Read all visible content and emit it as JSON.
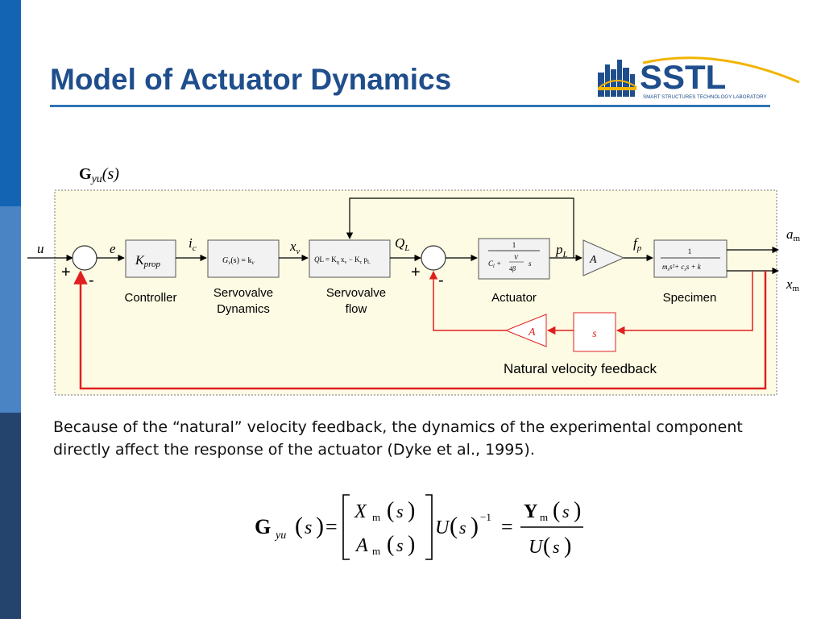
{
  "slide": {
    "title": "Model of Actuator Dynamics",
    "logo_text": "SSTL",
    "logo_subtitle": "SMART STRUCTURES TECHNOLOGY LABORATORY",
    "paragraph": "Because of the “natural” velocity feedback, the dynamics of the experimental component directly affect the response of the actuator (Dyke et al., 1995)."
  },
  "diagram": {
    "gyu_label_main": "G",
    "gyu_label_sub": "yu",
    "gyu_label_arg": "(s)",
    "signals": {
      "u": "u",
      "e": "e",
      "ic_main": "i",
      "ic_sub": "c",
      "xv_main": "x",
      "xv_sub": "v",
      "QL_main": "Q",
      "QL_sub": "L",
      "pL_main": "p",
      "pL_sub": "L",
      "fp_main": "f",
      "fp_sub": "p",
      "am_main": "a",
      "am_sub": "m",
      "xm_main": "x",
      "xm_sub": "m"
    },
    "signs": {
      "plus1": "+",
      "minus1": "-",
      "plus2": "+",
      "minus2": "-"
    },
    "blocks": {
      "controller_main": "K",
      "controller_sub": "prop",
      "servovalve_dyn_formula": "G",
      "servovalve_dyn_text": "(s) = k",
      "servovalve_dyn_sub1": "v",
      "servovalve_dyn_sub2": "v",
      "servovalve_flow_text": "Q",
      "actuator_num": "1",
      "actuator_den_left": "C",
      "actuator_den_frac_num": "V",
      "actuator_den_frac_den": "4β",
      "actuator_s": "s",
      "gain_A": "A",
      "specimen_num": "1",
      "specimen_den": "m",
      "feedback_A": "A",
      "feedback_s": "s"
    },
    "labels": {
      "controller": "Controller",
      "servovalve_dynamics_l1": "Servovalve",
      "servovalve_dynamics_l2": "Dynamics",
      "servovalve_flow_l1": "Servovalve",
      "servovalve_flow_l2": "flow",
      "actuator": "Actuator",
      "specimen": "Specimen",
      "natural_velocity_feedback": "Natural velocity feedback"
    }
  },
  "equation": {
    "lhs_G": "G",
    "lhs_sub": "yu",
    "s": "s",
    "top_var": "X",
    "bottom_var": "A",
    "m": "m",
    "U": "U",
    "exp": "−1",
    "Y": "Y",
    "equals": "="
  },
  "colors": {
    "title": "#1f4e8c",
    "accent_blue": "#2e74b5",
    "diagram_bg": "#fdfbe3",
    "feedback_red": "#e02020",
    "block_fill": "#f2f2f2"
  }
}
